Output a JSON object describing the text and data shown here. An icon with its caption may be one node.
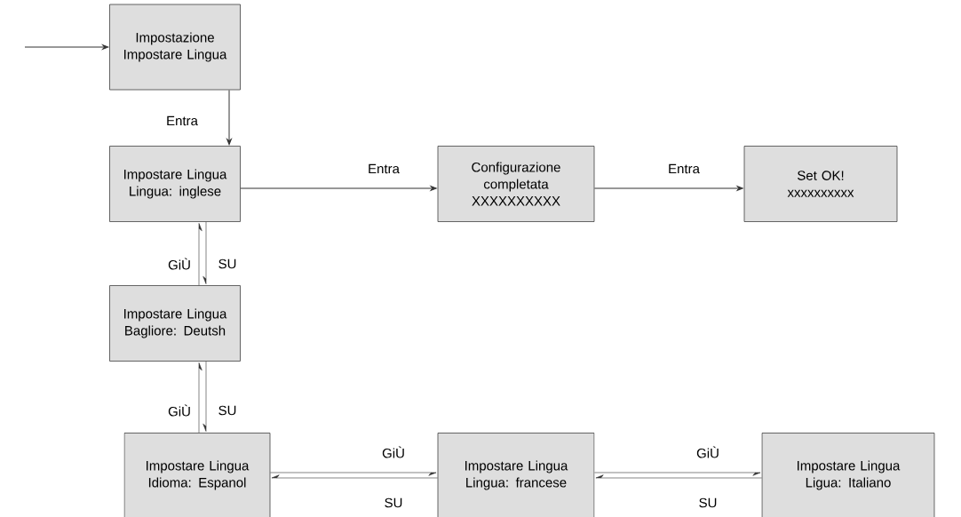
{
  "diagram": {
    "nodes": [
      {
        "text": [
          "Impostazione",
          "Impostare Lingua"
        ]
      },
      {
        "text": [
          "Impostare Lingua",
          "Lingua: inglese"
        ]
      },
      {
        "text": [
          "Configurazione completata",
          "XXXXXXXXXX"
        ]
      },
      {
        "text": [
          "Set OK!",
          "xxxxxxxxxx"
        ]
      },
      {
        "text": [
          "Impostare Lingua",
          "Bagliore: Deutsh"
        ]
      },
      {
        "text": [
          "Impostare Lingua",
          "Idioma: Espanol"
        ]
      },
      {
        "text": [
          "Impostare Lingua",
          "Lingua: francese"
        ]
      },
      {
        "text": [
          "Impostare Lingua",
          "Ligua: Italiano"
        ]
      }
    ],
    "edges": [
      {
        "from": null,
        "to": 0,
        "arrow": "to"
      },
      {
        "from": 0,
        "to": 1,
        "arrow": "to",
        "label": "Entra"
      },
      {
        "from": 1,
        "to": 2,
        "arrow": "to",
        "label": "Entra"
      },
      {
        "from": 2,
        "to": 3,
        "arrow": "to",
        "label": "Entra"
      },
      {
        "from": 4,
        "to": 1,
        "arrow": "to",
        "label": "GiÙ"
      },
      {
        "from": 1,
        "to": 4,
        "arrow": "to",
        "label": "SU"
      },
      {
        "from": 5,
        "to": 4,
        "arrow": "to",
        "label": "GiÙ"
      },
      {
        "from": 4,
        "to": 5,
        "arrow": "to",
        "label": "SU"
      },
      {
        "from": 5,
        "to": 6,
        "arrow": "to",
        "label": "GiÙ"
      },
      {
        "from": 6,
        "to": 5,
        "arrow": "to",
        "label": "SU"
      },
      {
        "from": 6,
        "to": 7,
        "arrow": "to",
        "label": "GiÙ"
      },
      {
        "from": 7,
        "to": 6,
        "arrow": "to",
        "label": "SU"
      }
    ]
  }
}
